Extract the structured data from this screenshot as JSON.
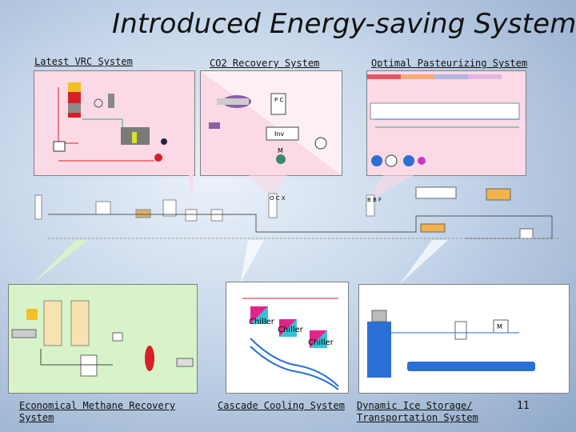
{
  "slide": {
    "title": "Introduced Energy-saving Systems",
    "page_number": "11"
  },
  "top_labels": {
    "vrc": "Latest VRC System",
    "co2": "CO2 Recovery System",
    "pasteurizing": "Optimal Pasteurizing System"
  },
  "bottom_labels": {
    "methane_line1": "Economical Methane Recovery",
    "methane_line2": "System",
    "cascade": "Cascade Cooling System",
    "ice_line1": "Dynamic Ice Storage/",
    "ice_line2": "Transportation System"
  },
  "diagram_text": {
    "pc": "P C",
    "inv": "Inv",
    "motor": "M",
    "chiller": "Chiller",
    "ocx": "O C X",
    "bbf": "B B F",
    "ice_motor": "M"
  },
  "colors": {
    "panel_pink": "#fbd9e6",
    "panel_green": "#d8f3c9",
    "chiller_magenta": "#e0258a",
    "chiller_cyan": "#35c3d6",
    "water_blue": "#2a6fd6",
    "pipe_red": "#d91f26"
  }
}
